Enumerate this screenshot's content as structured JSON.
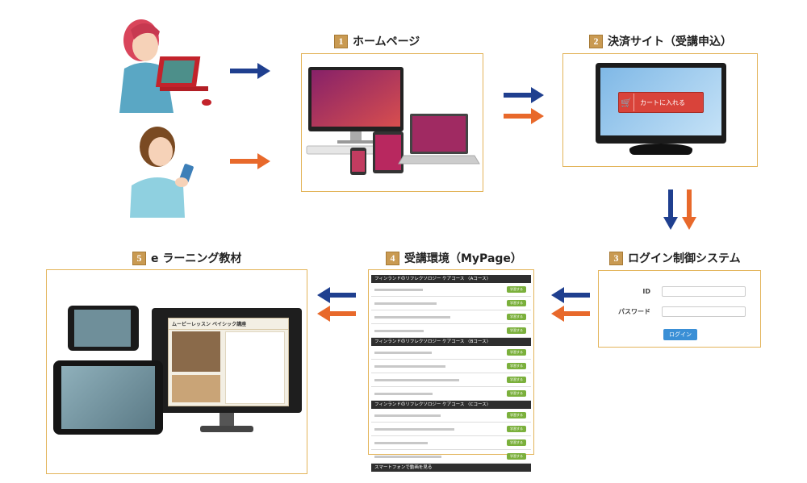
{
  "steps": [
    {
      "num": "1",
      "label": "ホームページ"
    },
    {
      "num": "2",
      "label": "決済サイト（受講申込）"
    },
    {
      "num": "3",
      "label": "ログイン制御システム"
    },
    {
      "num": "4",
      "label": "受講環境（MyPage）"
    },
    {
      "num": "5",
      "label": "e ラーニング教材"
    }
  ],
  "cart_button": "カートに入れる",
  "login": {
    "id_label": "ID",
    "password_label": "パスワード",
    "button": "ログイン"
  },
  "mypage": {
    "sections": [
      {
        "header": "フィンランドのリフレクソロジー ケアコース 〈Aコース〉",
        "rows": 4
      },
      {
        "header": "フィンランドのリフレクソロジー ケアコース 〈Bコース〉",
        "rows": 4
      },
      {
        "header": "フィンランドのリフレクソロジー ケアコース 〈Cコース〉",
        "rows": 4
      },
      {
        "header": "スマートフォンで動画を見る",
        "rows": 0
      }
    ],
    "row_button": "学習する"
  },
  "elearning_title": "ムービーレッスン ベイシック講座",
  "colors": {
    "frame": "#e3b45a",
    "badge": "#c99a52",
    "blue_arrow": "#1f3f8f",
    "orange_arrow": "#e8692b"
  }
}
